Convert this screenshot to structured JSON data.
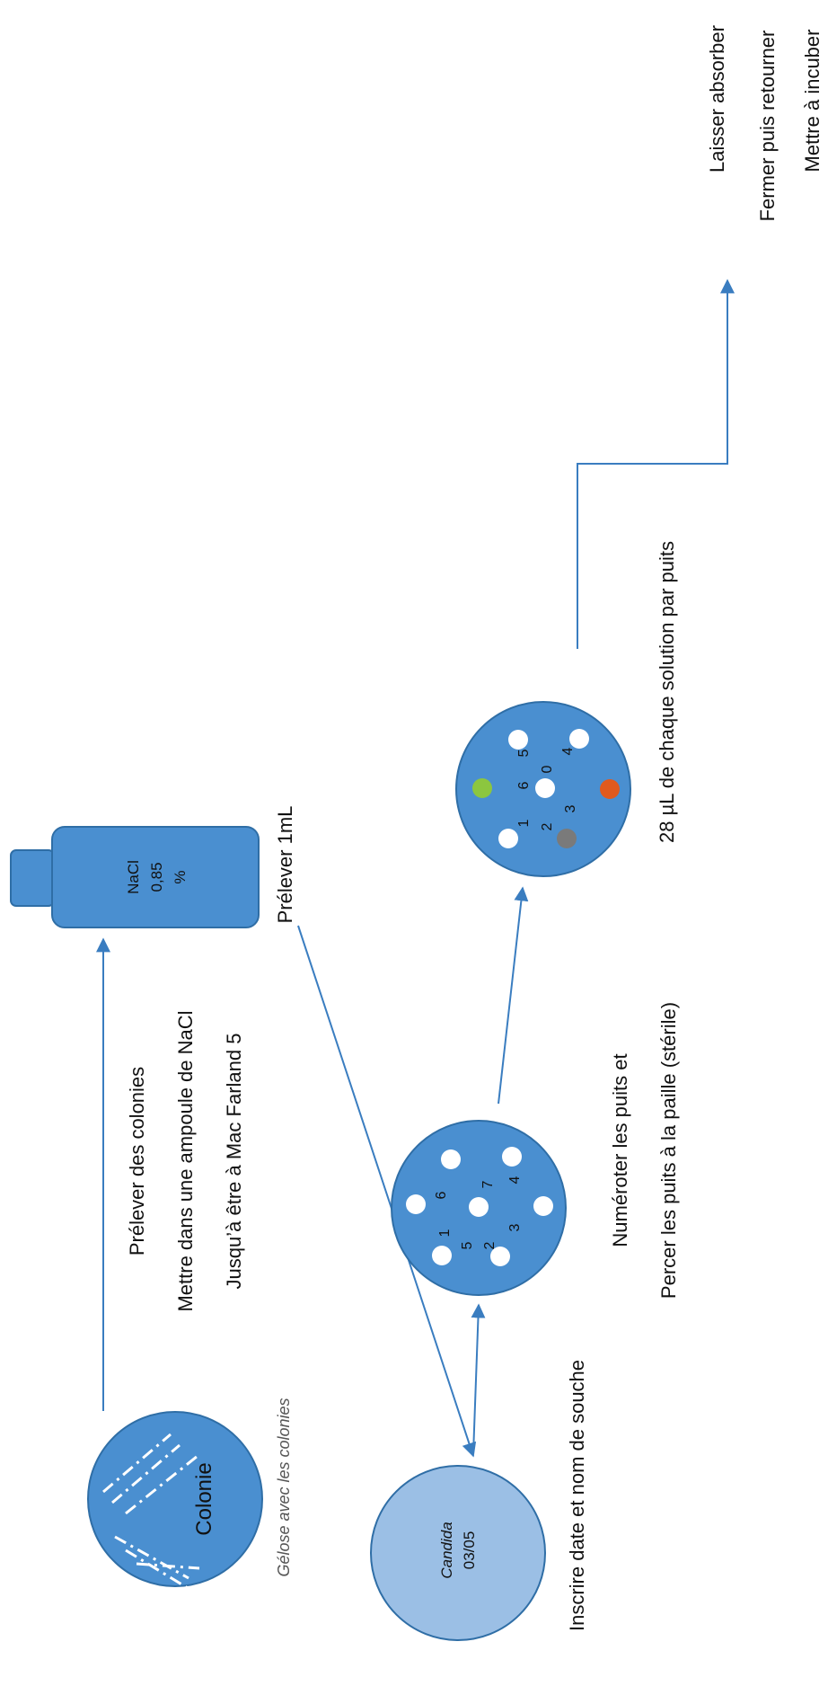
{
  "colors": {
    "primary": "#4a8fd0",
    "stroke": "#2f6ea6",
    "light": "#9bbfe5",
    "arrow": "#3a7dc0",
    "white": "#ffffff",
    "green": "#8cc63f",
    "orange": "#e05a1e",
    "gray": "#7a7a7a",
    "caption": "#555555",
    "text": "#111111"
  },
  "colony_plate": {
    "label": "Colonie",
    "caption": "Gélose avec les colonies"
  },
  "step1": {
    "line1": "Prélever des colonies",
    "line2": "Mettre dans une ampoule de NaCl",
    "line3": "Jusqu’à être à Mac Farland 5"
  },
  "ampoule": {
    "line1": "NaCl",
    "line2": "0,85",
    "line3": "%"
  },
  "step2": {
    "label": "Prélever 1mL"
  },
  "candida_plate": {
    "line1": "Candida",
    "line2": "03/05",
    "caption": "Inscrire date et nom de souche"
  },
  "wells_plate_1": {
    "numbers": [
      "1",
      "5",
      "2",
      "3",
      "4",
      "7",
      "6"
    ]
  },
  "step3": {
    "line1": "Numéroter les puits et",
    "line2": "Percer les puits à la paille (stérile)"
  },
  "wells_plate_2": {
    "numbers": [
      "1",
      "2",
      "3",
      "0",
      "6",
      "5",
      "4"
    ]
  },
  "step4": {
    "label": "28 µL de chaque solution par puits"
  },
  "final_steps": {
    "line1": "Laisser absorber",
    "line2": "Fermer puis retourner",
    "line3": "Mettre à incuber"
  }
}
